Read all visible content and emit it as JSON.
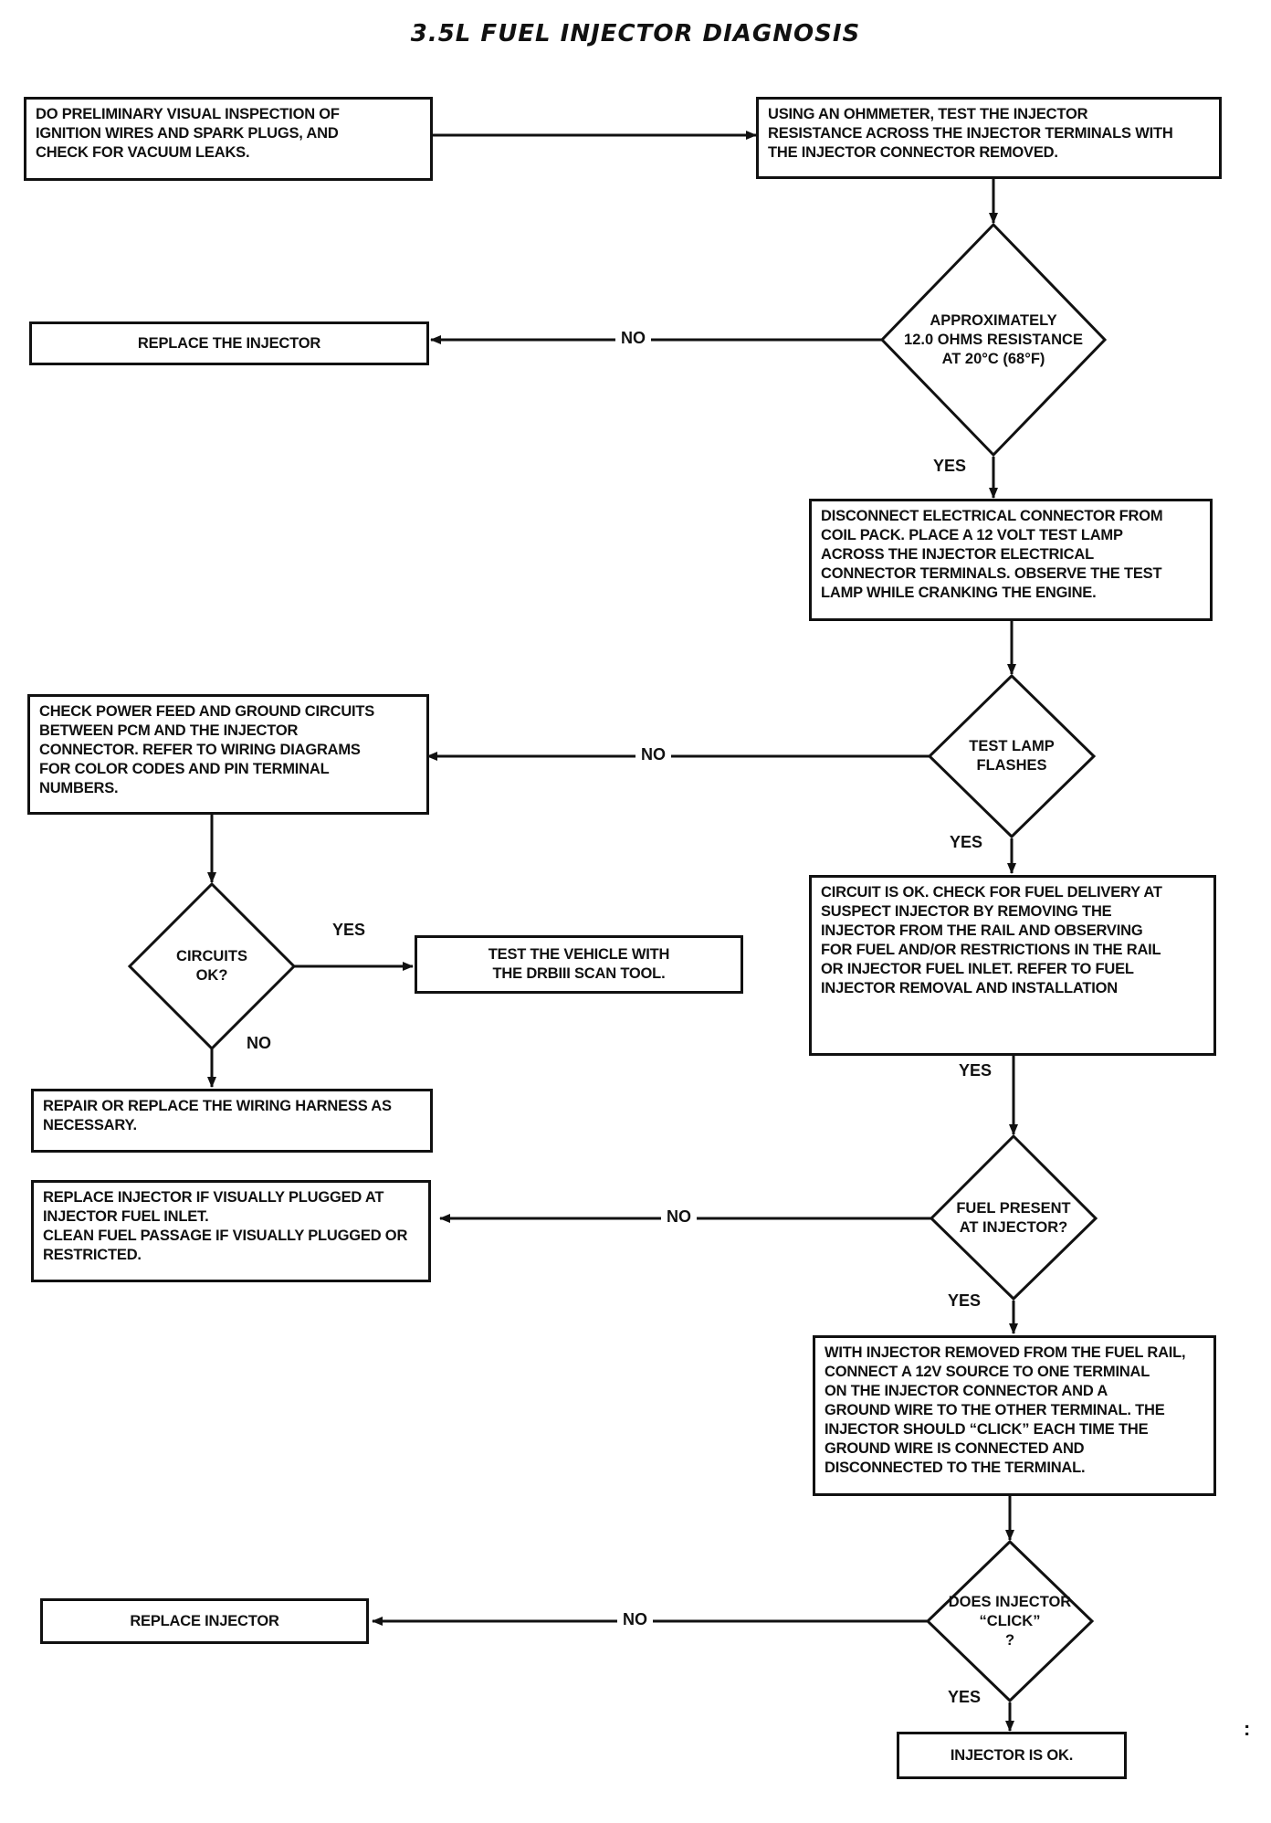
{
  "title": "3.5L FUEL INJECTOR DIAGNOSIS",
  "boxes": {
    "visual_inspection": "DO PRELIMINARY VISUAL INSPECTION OF\nIGNITION WIRES AND SPARK PLUGS, AND\nCHECK FOR VACUUM LEAKS.",
    "ohmmeter_test": "USING AN OHMMETER, TEST THE INJECTOR\nRESISTANCE ACROSS THE INJECTOR TERMINALS WITH\nTHE INJECTOR CONNECTOR REMOVED.",
    "replace_injector_1": "REPLACE THE INJECTOR",
    "test_lamp_setup": "DISCONNECT ELECTRICAL CONNECTOR FROM\nCOIL PACK. PLACE A 12 VOLT TEST LAMP\nACROSS THE INJECTOR ELECTRICAL\nCONNECTOR TERMINALS. OBSERVE THE TEST\nLAMP WHILE CRANKING THE ENGINE.",
    "check_power_feed": "CHECK POWER FEED AND GROUND CIRCUITS\nBETWEEN PCM AND THE INJECTOR\nCONNECTOR. REFER TO WIRING DIAGRAMS\nFOR COLOR CODES AND PIN TERMINAL\nNUMBERS.",
    "scan_tool": "TEST THE VEHICLE WITH\nTHE DRBIII SCAN TOOL.",
    "circuit_ok": "CIRCUIT IS OK. CHECK FOR FUEL DELIVERY AT\nSUSPECT INJECTOR BY REMOVING THE\nINJECTOR FROM THE RAIL AND OBSERVING\nFOR FUEL AND/OR RESTRICTIONS IN THE RAIL\nOR INJECTOR FUEL INLET. REFER TO FUEL\nINJECTOR REMOVAL AND INSTALLATION",
    "repair_harness": "REPAIR OR REPLACE THE WIRING HARNESS AS\nNECESSARY.",
    "replace_if_plugged": "REPLACE INJECTOR IF VISUALLY PLUGGED AT\nINJECTOR FUEL INLET.\nCLEAN FUEL PASSAGE IF VISUALLY PLUGGED OR\nRESTRICTED.",
    "click_test": "WITH INJECTOR REMOVED FROM THE FUEL RAIL,\nCONNECT A 12V SOURCE TO ONE TERMINAL\nON THE INJECTOR CONNECTOR AND A\nGROUND WIRE TO THE OTHER TERMINAL. THE\nINJECTOR SHOULD “CLICK” EACH TIME THE\nGROUND WIRE IS CONNECTED AND\nDISCONNECTED TO THE TERMINAL.",
    "replace_injector_2": "REPLACE INJECTOR",
    "injector_ok": "INJECTOR IS OK."
  },
  "decisions": {
    "resistance": "APPROXIMATELY\n12.0 OHMS RESISTANCE\nAT 20°C (68°F)",
    "test_lamp": "TEST LAMP\nFLASHES",
    "circuits_ok": "CIRCUITS\nOK?",
    "fuel_present": "FUEL PRESENT\nAT INJECTOR?",
    "does_click": "DOES INJECTOR\n“CLICK”\n?"
  },
  "labels": {
    "no_1": "NO",
    "yes_1": "YES",
    "no_2": "NO",
    "yes_2": "YES",
    "yes_3": "YES",
    "no_3": "NO",
    "yes_4": "YES",
    "no_4": "NO",
    "yes_5": "YES",
    "no_5": "NO",
    "yes_6": "YES"
  },
  "page_mark": ":",
  "colors": {
    "ink": "#111111",
    "paper": "#ffffff"
  }
}
